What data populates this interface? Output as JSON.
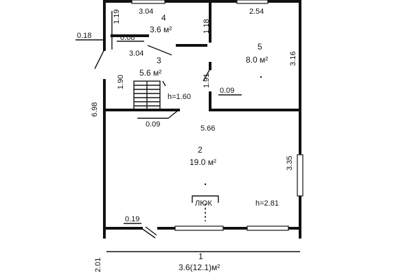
{
  "rooms": [
    {
      "number": "1",
      "area": "3.6(12.1)м²"
    },
    {
      "number": "2",
      "area": "19.0 м²"
    },
    {
      "number": "3",
      "area": "5.6 м²"
    },
    {
      "number": "4",
      "area": "3.6 м²"
    },
    {
      "number": "5",
      "area": "8.0 м²"
    }
  ],
  "dimensions": {
    "d_304_top": "3.04",
    "d_304_mid": "3.04",
    "d_254": "2.54",
    "d_119": "1.19",
    "d_118": "1.18",
    "d_018": "0.18",
    "d_008": "0.08",
    "d_190": "1.90",
    "d_191": "1.91",
    "d_009_right": "0.09",
    "d_009_left": "0.09",
    "d_316": "3.16",
    "d_698": "6.98",
    "d_566": "5.66",
    "d_335": "3.35",
    "d_019": "0.19",
    "d_201": "2.01"
  },
  "heights": {
    "stair": "h=1.60",
    "room2": "h=2.81"
  },
  "hatch_label": "ЛЮК"
}
